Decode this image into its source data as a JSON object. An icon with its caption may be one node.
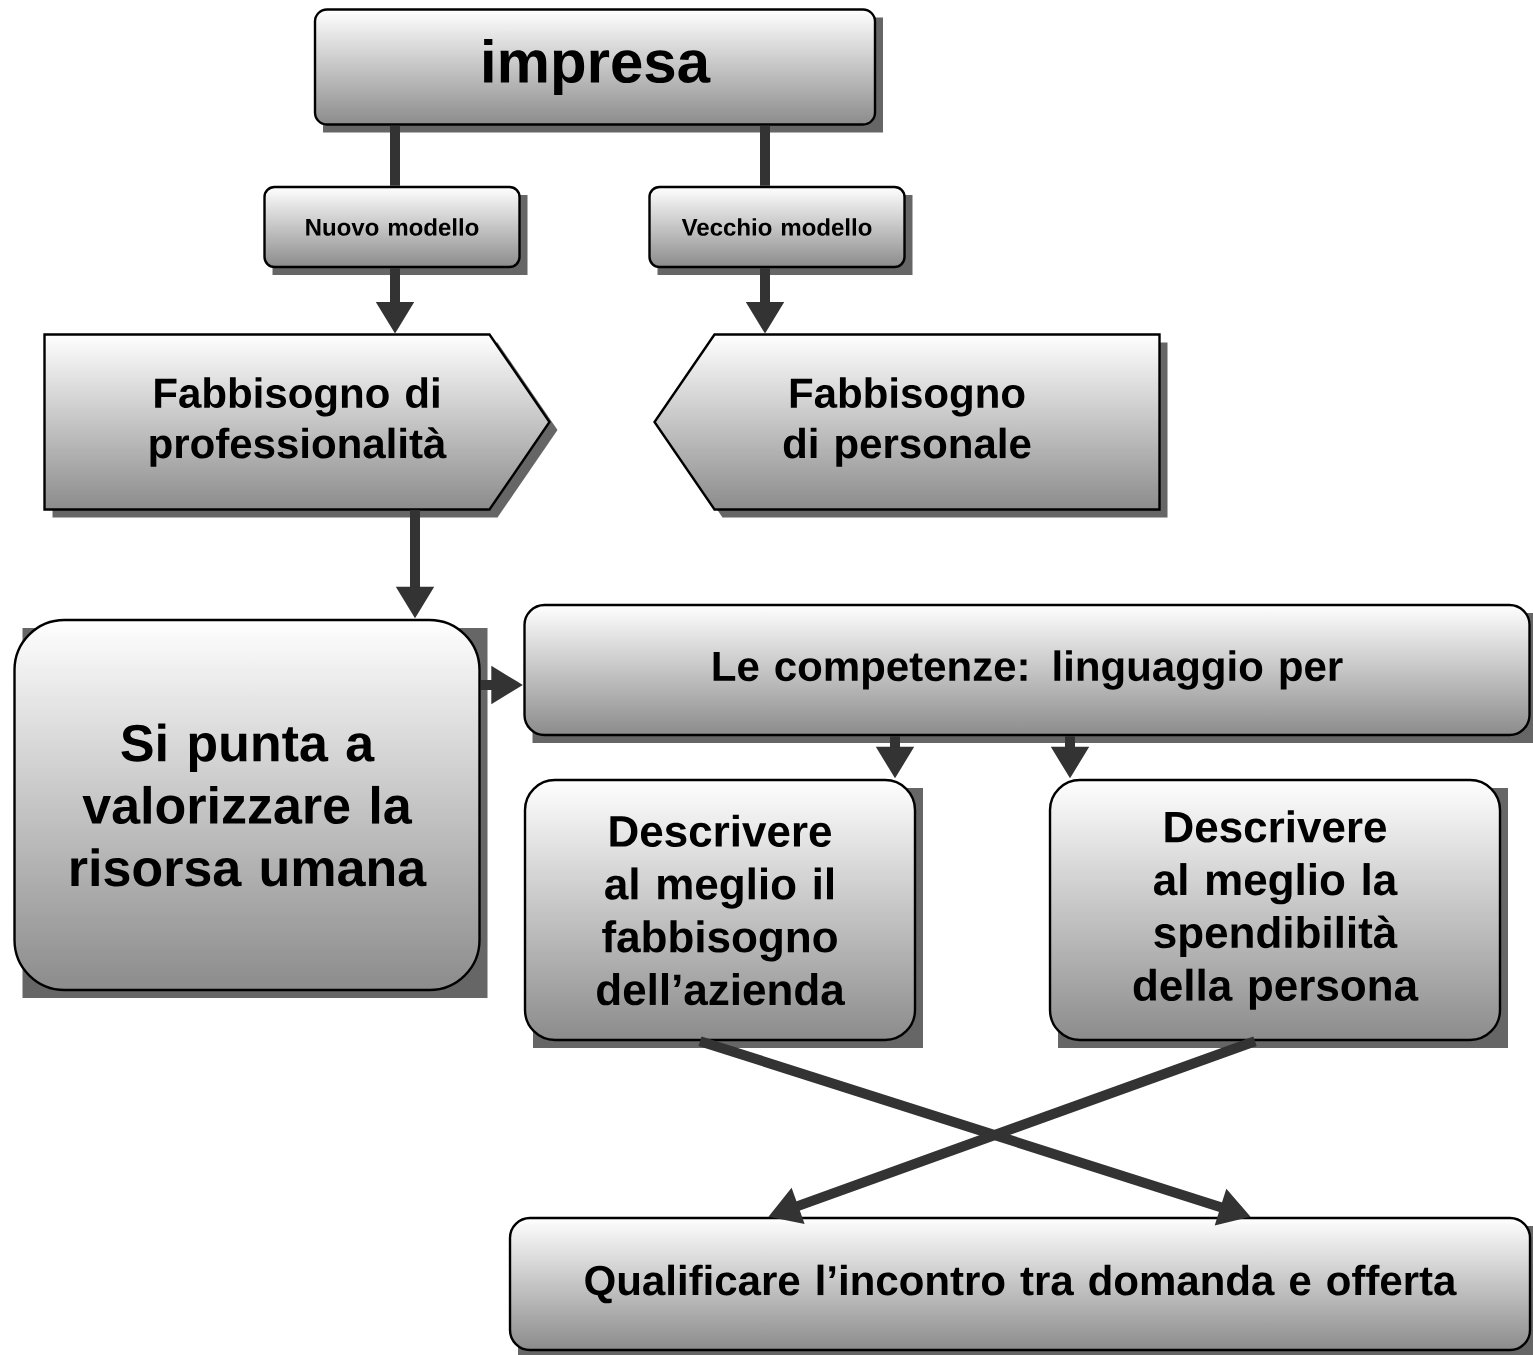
{
  "diagram": {
    "nodes": [
      {
        "text": [
          "impresa"
        ]
      },
      {
        "text": [
          "Nuovo modello"
        ]
      },
      {
        "text": [
          "Vecchio modello"
        ]
      },
      {
        "text": [
          "Fabbisogno di professionalità"
        ]
      },
      {
        "text": [
          "Fabbisogno di personale"
        ]
      },
      {
        "text": [
          "Si punta a valorizzare la risorsa umana"
        ]
      },
      {
        "text": [
          "Le competenze: linguaggio per"
        ]
      },
      {
        "text": [
          "Descrivere al meglio il fabbisogno dell’azienda"
        ]
      },
      {
        "text": [
          "Descrivere al meglio la spendibilità della persona"
        ]
      },
      {
        "text": [
          "Qualificare l’incontro tra domanda e offerta"
        ]
      }
    ],
    "edges": [
      {
        "from": 0,
        "to": 1,
        "arrow": "none"
      },
      {
        "from": 0,
        "to": 2,
        "arrow": "none"
      },
      {
        "from": 1,
        "to": 3,
        "arrow": "to"
      },
      {
        "from": 2,
        "to": 4,
        "arrow": "to"
      },
      {
        "from": 3,
        "to": 5,
        "arrow": "to"
      },
      {
        "from": 5,
        "to": 6,
        "arrow": "to"
      },
      {
        "from": 6,
        "to": 7,
        "arrow": "to"
      },
      {
        "from": 6,
        "to": 8,
        "arrow": "to"
      },
      {
        "from": 7,
        "to": 9,
        "arrow": "to"
      },
      {
        "from": 8,
        "to": 9,
        "arrow": "to"
      }
    ]
  }
}
